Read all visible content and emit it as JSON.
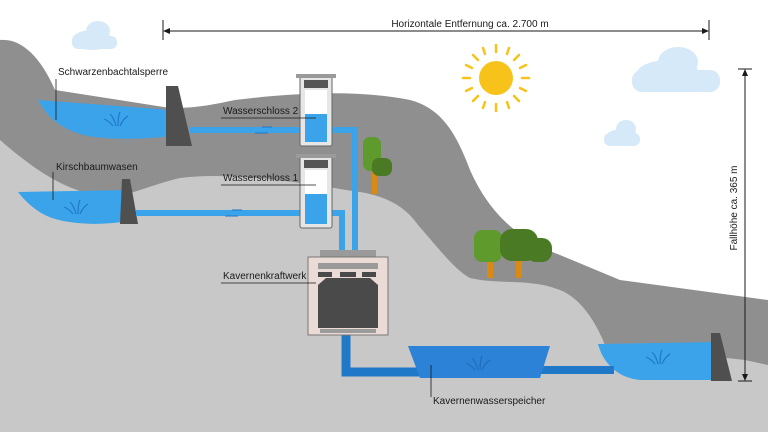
{
  "labels": {
    "horizontal_distance": "Horizontale Entfernung ca. 2.700 m",
    "head_height": "Fallhöhe ca. 365 m",
    "upper_dam": "Schwarzenbachtalsperre",
    "middle_dam": "Kirschbaumwasen",
    "surge_tank_2": "Wasserschloss 2",
    "surge_tank_1": "Wasserschloss 1",
    "power_station": "Kavernenkraftwerk",
    "storage_cavern": "Kavernenwasserspeicher"
  },
  "colors": {
    "water": "#3aa3ea",
    "water_dark": "#1f78c8",
    "mountain_back": "#8f8f8f",
    "mountain_front": "#c8c8c8",
    "dam": "#555555",
    "sun": "#f7c31b",
    "cloud": "#d6e9f8",
    "tree_dark": "#4a7a24",
    "tree_light": "#5e9a2c",
    "trunk": "#d88a12"
  }
}
